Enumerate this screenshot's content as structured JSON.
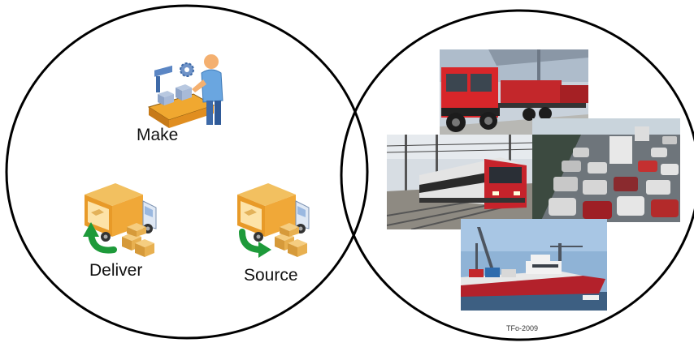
{
  "activities": {
    "make": {
      "label": "Make",
      "icon": "worker-conveyor-icon"
    },
    "deliver": {
      "label": "Deliver",
      "icon": "delivery-truck-icon"
    },
    "source": {
      "label": "Source",
      "icon": "delivery-truck-icon"
    }
  },
  "transport_photos": [
    "truck-photo",
    "train-photo",
    "traffic-photo",
    "ship-photo"
  ],
  "credit": "TFo-2009",
  "colors": {
    "outline": "#000000",
    "truck_box": "#e8a030",
    "arrow": "#1e9a3a",
    "box": "#e3b25a"
  }
}
